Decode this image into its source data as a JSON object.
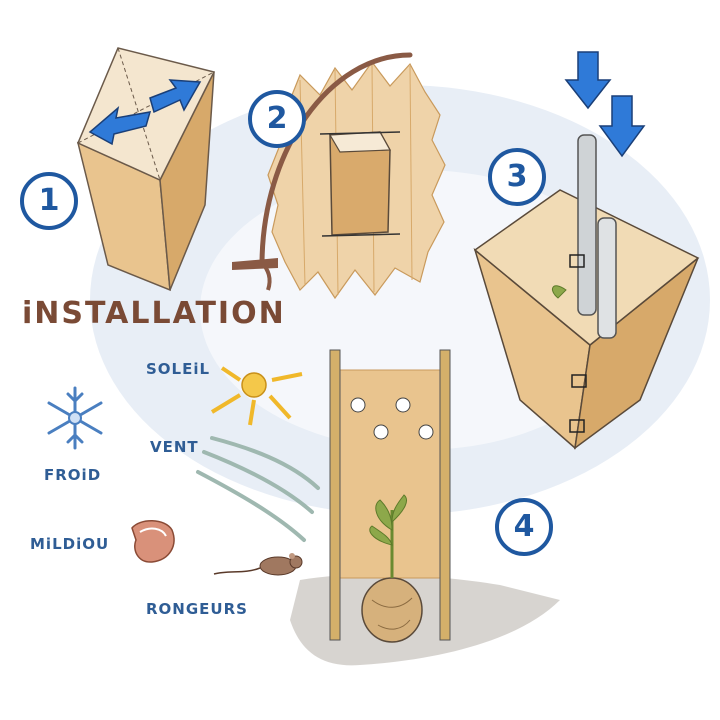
{
  "title": "iNSTALLATION",
  "steps": [
    "1",
    "2",
    "3",
    "4"
  ],
  "threats": {
    "soleil": "SOLEiL",
    "vent": "VENT",
    "froid": "FROiD",
    "mildiou": "MiLDiOU",
    "rongeurs": "RONGEURS"
  },
  "colors": {
    "wood": "#e9c48e",
    "wood_dark": "#c99a5c",
    "accent_blue": "#1f58a0",
    "arrow_blue": "#2f7ad8",
    "label_blue": "#2f5d95",
    "title_brown": "#7a4a35",
    "backdrop": "#e8eef6"
  }
}
